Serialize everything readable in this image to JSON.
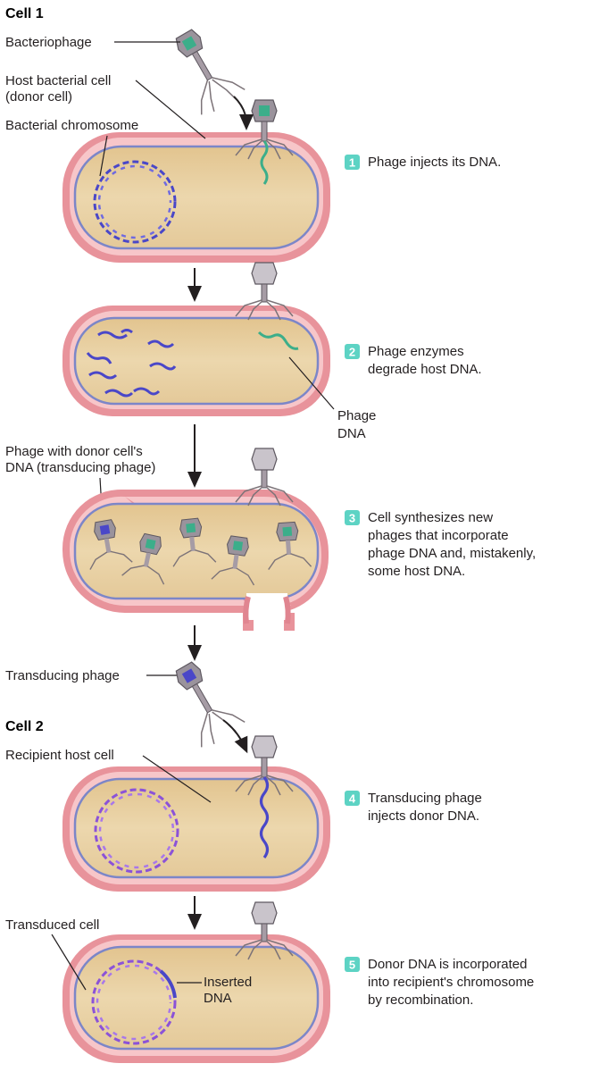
{
  "headers": {
    "cell1": "Cell 1",
    "cell2": "Cell 2"
  },
  "labels": {
    "bacteriophage": "Bacteriophage",
    "host_line1": "Host bacterial cell",
    "host_line2": "(donor cell)",
    "bacterial_chromosome": "Bacterial chromosome",
    "phage_dna_line1": "Phage",
    "phage_dna_line2": "DNA",
    "transducing_with_donor_line1": "Phage with donor cell's",
    "transducing_with_donor_line2": "DNA (transducing phage)",
    "transducing_phage": "Transducing phage",
    "recipient_host_cell": "Recipient host cell",
    "transduced_cell": "Transduced cell",
    "inserted_line1": "Inserted",
    "inserted_line2": "DNA"
  },
  "steps": [
    {
      "num": "1",
      "lines": [
        "Phage injects its DNA."
      ]
    },
    {
      "num": "2",
      "lines": [
        "Phage enzymes",
        "degrade host DNA."
      ]
    },
    {
      "num": "3",
      "lines": [
        "Cell synthesizes new",
        "phages that incorporate",
        "phage DNA and, mistakenly,",
        "some host DNA."
      ]
    },
    {
      "num": "4",
      "lines": [
        "Transducing phage",
        "injects donor DNA."
      ]
    },
    {
      "num": "5",
      "lines": [
        "Donor DNA is incorporated",
        "into recipient's chromosome",
        "by recombination."
      ]
    }
  ],
  "colors": {
    "badge": "#5dd3c4",
    "membrane": "#f2a2a7",
    "membrane_dark": "#e08590",
    "cytoplasm": "#ead3a6",
    "inner_membrane": "#7c86c8",
    "host_dna": "#4a47c8",
    "phage_dna": "#3cae8a",
    "recipient_dna": "#8b52d8",
    "phage_body": "#8a8088"
  }
}
